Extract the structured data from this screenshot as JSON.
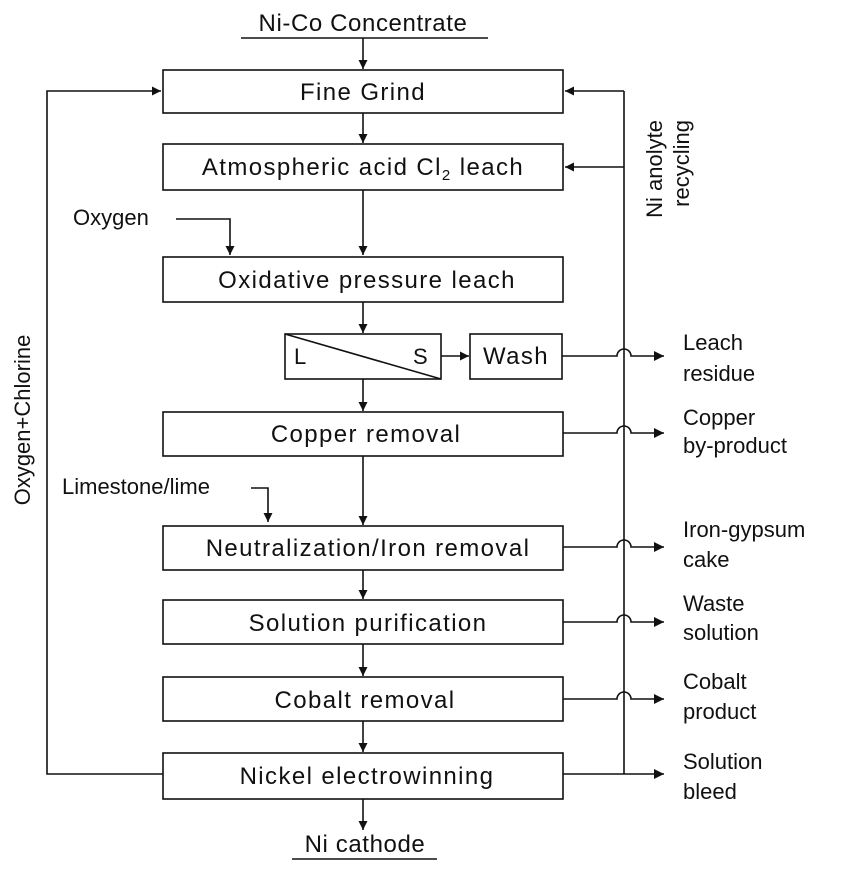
{
  "input": "Ni-Co Concentrate",
  "output": "Ni cathode",
  "steps": {
    "fine_grind": "Fine Grind",
    "acid_leach_prefix": "Atmospheric acid Cl",
    "acid_leach_subscript": "2",
    "acid_leach_suffix": " leach",
    "pressure_leach": "Oxidative pressure leach",
    "separator_liquid": "L",
    "separator_solid": "S",
    "wash": "Wash",
    "copper_removal": "Copper removal",
    "neutralization": "Neutralization/Iron removal",
    "purification": "Solution purification",
    "cobalt_removal": "Cobalt removal",
    "electrowinning": "Nickel electrowinning"
  },
  "reagents": {
    "oxygen": "Oxygen",
    "limestone": "Limestone/lime",
    "oxygen_chlorine": "Oxygen+Chlorine"
  },
  "recycle": {
    "line1": "Ni anolyte",
    "line2": "recycling"
  },
  "products": [
    {
      "line1": "Leach",
      "line2": "residue"
    },
    {
      "line1": "Copper",
      "line2": "by-product"
    },
    {
      "line1": "Iron-gypsum",
      "line2": "cake"
    },
    {
      "line1": "Waste",
      "line2": "solution"
    },
    {
      "line1": "Cobalt",
      "line2": "product"
    },
    {
      "line1": "Solution",
      "line2": "bleed"
    }
  ]
}
